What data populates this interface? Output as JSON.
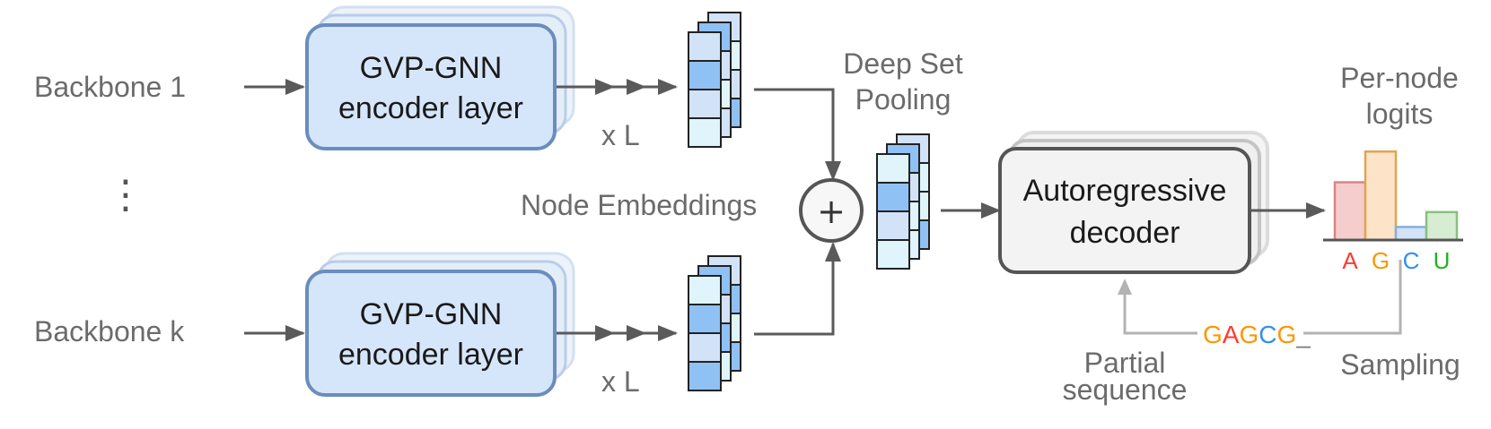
{
  "inputs": {
    "backbone_1": "Backbone 1",
    "ellipsis": "⋮",
    "backbone_k": "Backbone k"
  },
  "encoder": {
    "line1": "GVP-GNN",
    "line2": "encoder layer",
    "repeat": "x L"
  },
  "node_embeddings": "Node Embeddings",
  "pooling": {
    "line1": "Deep Set",
    "line2": "Pooling",
    "operator": "+"
  },
  "decoder": {
    "line1": "Autoregressive",
    "line2": "decoder"
  },
  "logits": {
    "title_line1": "Per-node",
    "title_line2": "logits",
    "bars": [
      {
        "label": "A",
        "value": 0.62,
        "color": "#ff3b30",
        "fill": "#f6cdcd",
        "edge": "#d98484"
      },
      {
        "label": "G",
        "value": 0.95,
        "color": "#ff9500",
        "fill": "#fde3c8",
        "edge": "#e2a450"
      },
      {
        "label": "C",
        "value": 0.14,
        "color": "#2f8ff0",
        "fill": "#d2e3f8",
        "edge": "#86aedb"
      },
      {
        "label": "U",
        "value": 0.3,
        "color": "#22b022",
        "fill": "#d6ecd3",
        "edge": "#88c07e"
      }
    ]
  },
  "feedback": {
    "partial_line1": "Partial",
    "partial_line2": "sequence",
    "sampling": "Sampling",
    "sequence": [
      {
        "ch": "G",
        "color": "#ff9500"
      },
      {
        "ch": "A",
        "color": "#ff3b30"
      },
      {
        "ch": "G",
        "color": "#ff9500"
      },
      {
        "ch": "C",
        "color": "#2f8ff0"
      },
      {
        "ch": "G",
        "color": "#ff9500"
      },
      {
        "ch": "_",
        "color": "#7a7a7a"
      }
    ]
  },
  "colors": {
    "encoder_fill": "#d6e6fa",
    "encoder_edge": "#6a8dbd",
    "decoder_fill": "#f3f3f3",
    "decoder_edge": "#555555",
    "cell_light": "#dff5fb",
    "cell_mid": "#d2e3f8",
    "cell_dark": "#8fc1f4"
  }
}
